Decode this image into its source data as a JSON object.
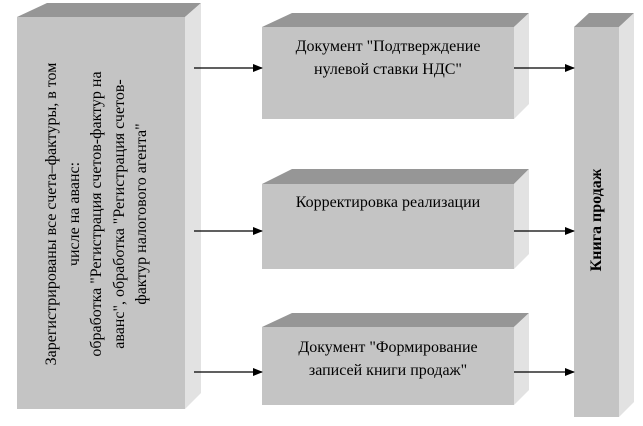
{
  "colors": {
    "front": "#c4c4c4",
    "top": "#969696",
    "side": "#e2e2e2",
    "arrow": "#000000"
  },
  "source_box": {
    "lines": [
      "Зарегистрированы все счета–фактуры, в том",
      "числе на аванс:",
      "обработка \"Регистрация счетов-фактур на",
      "аванс\", обработка \"Регистрация счетов-",
      "фактур налогового агента\""
    ]
  },
  "process_boxes": [
    {
      "lines": [
        "Документ \"Подтверждение",
        "нулевой ставки НДС\""
      ]
    },
    {
      "lines": [
        "Корректировка реализации"
      ]
    },
    {
      "lines": [
        "Документ \"Формирование",
        "записей книги продаж\""
      ]
    }
  ],
  "target_box": {
    "label": "Книга продаж"
  }
}
